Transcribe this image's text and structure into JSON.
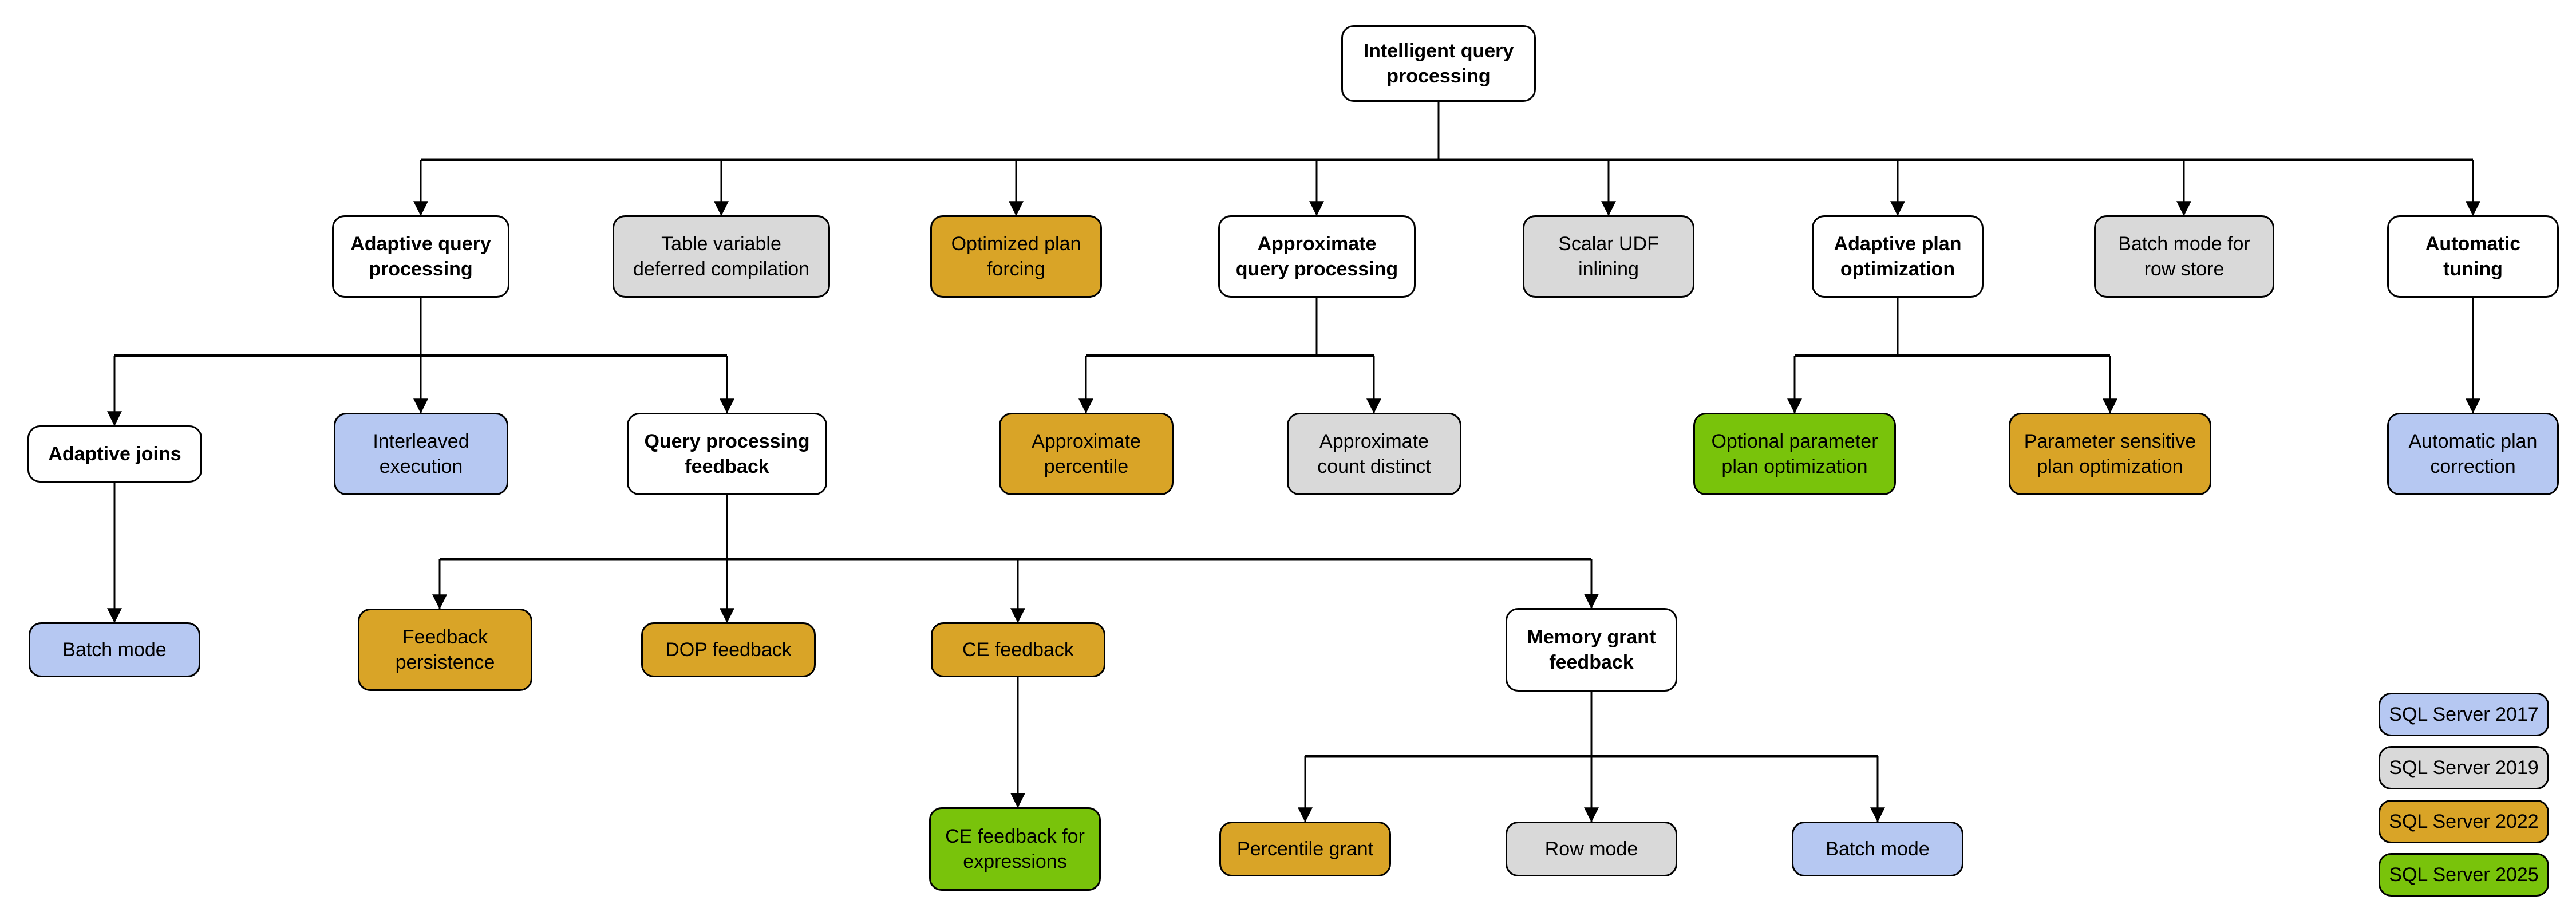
{
  "diagram_title": "Intelligent query processing",
  "palette": {
    "category": "#ffffff",
    "2017": "#b6c8f2",
    "2019": "#d9d9d9",
    "2022": "#d9a427",
    "2025": "#79c30b"
  },
  "nodes": [
    {
      "label": "Intelligent query\nprocessing",
      "version": "category"
    },
    {
      "label": "Adaptive query\nprocessing",
      "version": "category"
    },
    {
      "label": "Table variable\ndeferred compilation",
      "version": "2019"
    },
    {
      "label": "Optimized plan\nforcing",
      "version": "2022"
    },
    {
      "label": "Approximate\nquery processing",
      "version": "category"
    },
    {
      "label": "Scalar UDF\ninlining",
      "version": "2019"
    },
    {
      "label": "Adaptive plan\noptimization",
      "version": "category"
    },
    {
      "label": "Batch mode for\nrow store",
      "version": "2019"
    },
    {
      "label": "Automatic\ntuning",
      "version": "category"
    },
    {
      "label": "Adaptive joins",
      "version": "category"
    },
    {
      "label": "Interleaved\nexecution",
      "version": "2017"
    },
    {
      "label": "Query processing\nfeedback",
      "version": "category"
    },
    {
      "label": "Approximate\npercentile",
      "version": "2022"
    },
    {
      "label": "Approximate\ncount distinct",
      "version": "2019"
    },
    {
      "label": "Optional parameter\nplan optimization",
      "version": "2025"
    },
    {
      "label": "Parameter sensitive\nplan optimization",
      "version": "2022"
    },
    {
      "label": "Automatic plan\ncorrection",
      "version": "2017"
    },
    {
      "label": "Batch mode",
      "version": "2017"
    },
    {
      "label": "Feedback\npersistence",
      "version": "2022"
    },
    {
      "label": "DOP feedback",
      "version": "2022"
    },
    {
      "label": "CE feedback",
      "version": "2022"
    },
    {
      "label": "Memory grant\nfeedback",
      "version": "category"
    },
    {
      "label": "CE feedback for\nexpressions",
      "version": "2025"
    },
    {
      "label": "Percentile grant",
      "version": "2022"
    },
    {
      "label": "Row mode",
      "version": "2019"
    },
    {
      "label": "Batch mode",
      "version": "2017"
    }
  ],
  "legend": [
    {
      "label": "SQL Server 2017",
      "version": "2017"
    },
    {
      "label": "SQL Server 2019",
      "version": "2019"
    },
    {
      "label": "SQL Server 2022",
      "version": "2022"
    },
    {
      "label": "SQL Server 2025",
      "version": "2025"
    }
  ]
}
